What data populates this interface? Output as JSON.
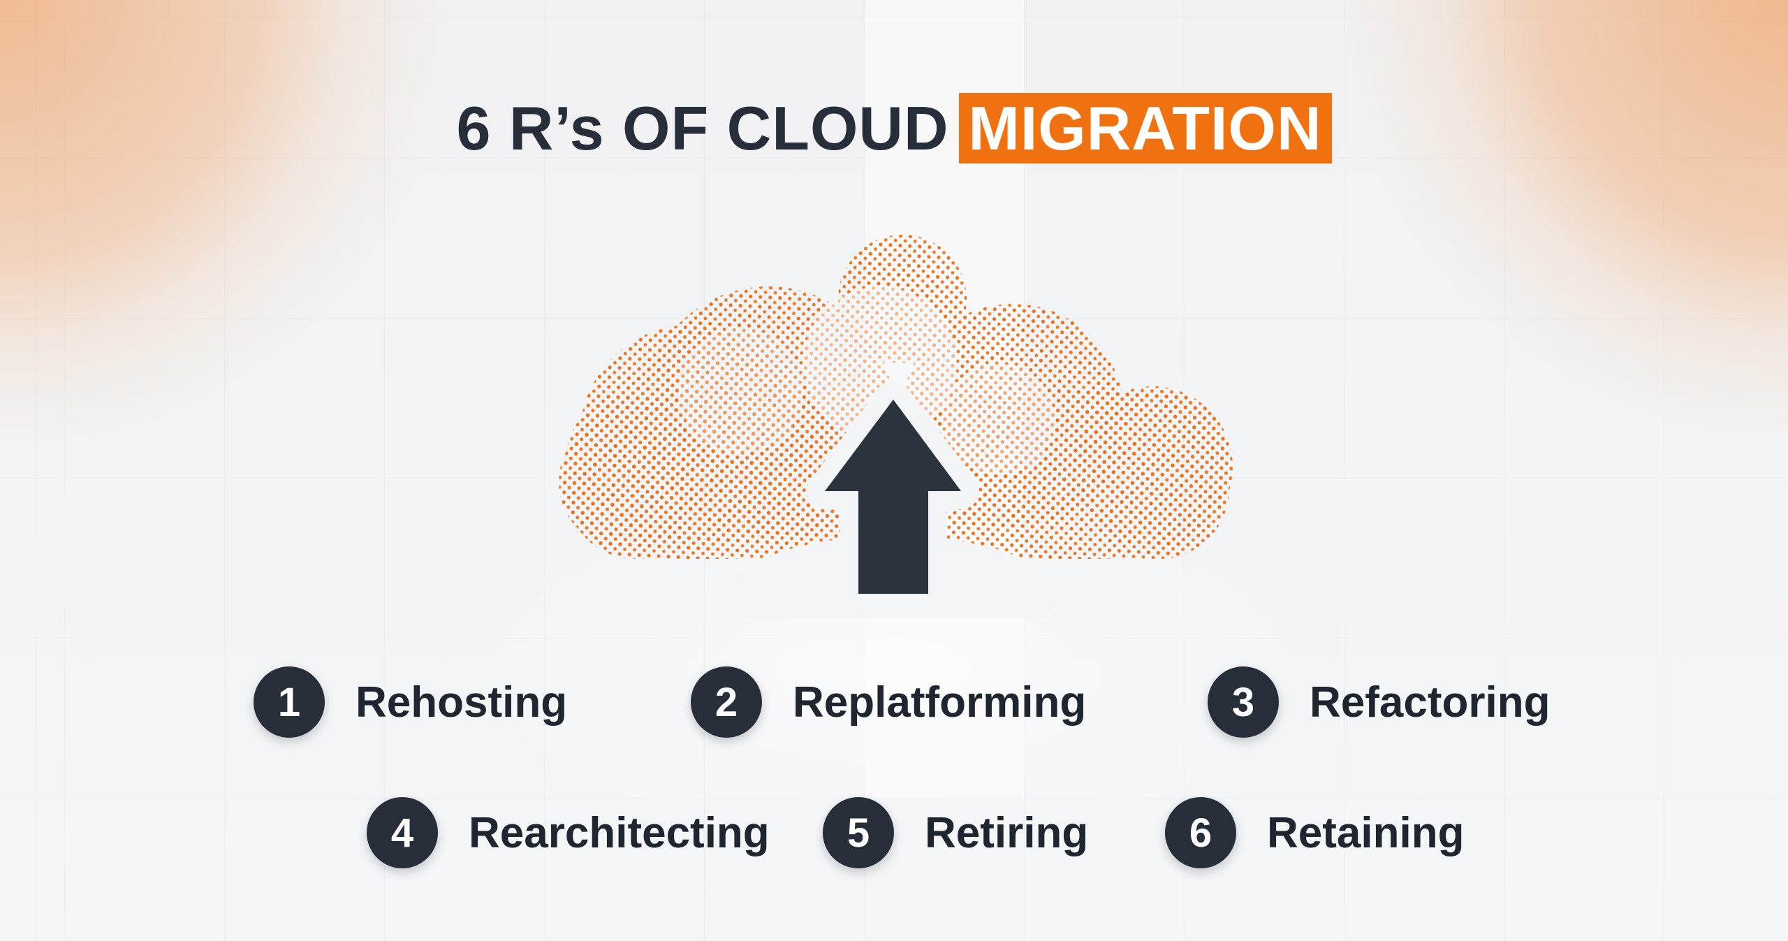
{
  "title": {
    "prefix": "6 R’s OF CLOUD",
    "highlight": "MIGRATION"
  },
  "legend": {
    "items": [
      {
        "number": "1",
        "label": "Rehosting"
      },
      {
        "number": "2",
        "label": "Replatforming"
      },
      {
        "number": "3",
        "label": "Refactoring"
      },
      {
        "number": "4",
        "label": "Rearchitecting"
      },
      {
        "number": "5",
        "label": "Retiring"
      },
      {
        "number": "6",
        "label": "Retaining"
      }
    ]
  },
  "illustration": {
    "cloud": "dotted-halftone-cloud",
    "arrow": "upload-arrow"
  },
  "colors": {
    "accent": "#EF7110",
    "ink": "#272E3A",
    "dots": "#E9731D",
    "background": "#F2F3F5"
  }
}
